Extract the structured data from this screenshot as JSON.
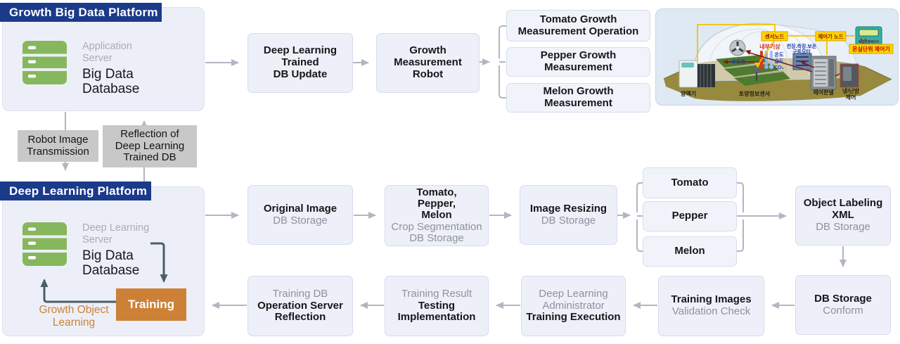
{
  "platform_growth": {
    "title": "Growth Big Data Platform",
    "server_role": "Application\nServer",
    "server_name": "Big Data\nDatabase"
  },
  "platform_deep": {
    "title": "Deep Learning Platform",
    "server_role": "Deep Learning\nServer",
    "server_name": "Big Data\nDatabase",
    "training_label": "Training",
    "loop_label": "Growth Object\nLearning"
  },
  "top_flow": {
    "db_update": "Deep Learning\nTrained\nDB Update",
    "robot": "Growth\nMeasurement\nRobot",
    "tomato": "Tomato Growth\nMeasurement Operation",
    "pepper": "Pepper Growth\nMeasurement",
    "melon": "Melon Growth\nMeasurement"
  },
  "transfer": {
    "robot_image": "Robot Image\nTransmission",
    "reflection": "Reflection of\nDeep Learning\nTrained DB"
  },
  "bottom_flow": {
    "original": {
      "strong": "Original Image",
      "muted": "DB Storage"
    },
    "crop_seg": {
      "strong": "Tomato,\nPepper,\nMelon",
      "muted": "Crop Segmentation\nDB Storage"
    },
    "resizing": {
      "strong": "Image Resizing",
      "muted": "DB Storage"
    },
    "crop_tomato": "Tomato",
    "crop_pepper": "Pepper",
    "crop_melon": "Melon",
    "labeling": {
      "strong": "Object Labeling\nXML",
      "muted": "DB Storage"
    },
    "conform": {
      "strong": "DB Storage",
      "muted": "Conform"
    },
    "validation": {
      "strong": "Training Images",
      "muted": "Validation Check"
    },
    "execution": {
      "muted": "Deep Learning\nAdministrator",
      "strong": "Training Execution"
    },
    "testing": {
      "muted": "Training Result",
      "strong": "Testing\nImplementation"
    },
    "reflection": {
      "muted": "Training DB",
      "strong": "Operation Server\nReflection"
    }
  },
  "greenhouse": {
    "sensor_node": "센서노드",
    "controller_node": "제어기 노드",
    "device_caption": "복합환경제어기",
    "unit_controller": "온실단위 제어기",
    "indoor_weather": "내부기상",
    "motor_line1": "천장.측장.보온",
    "motor_line2": "구동모터",
    "temp": "온도",
    "humidity": "습도",
    "co2": "CO₂",
    "fan": "유동팬",
    "nutrient": "양액기",
    "soil_sensor": "토양정보센서",
    "control_panel": "제어판넬",
    "hvac_line1": "냉/난방",
    "hvac_line2": "제어"
  },
  "colors": {
    "header_blue": "#1b3a8a",
    "box_fill": "#edeff8",
    "box_border": "#d7dbee",
    "arrow_gray": "#b2b6c0",
    "arrow_dark": "#4d5d66",
    "transfer_gray": "#c8c8c8",
    "server_green": "#86b75c",
    "accent_orange": "#cd8136",
    "muted_text": "#8d929b",
    "label_yellow": "#ffd400"
  }
}
